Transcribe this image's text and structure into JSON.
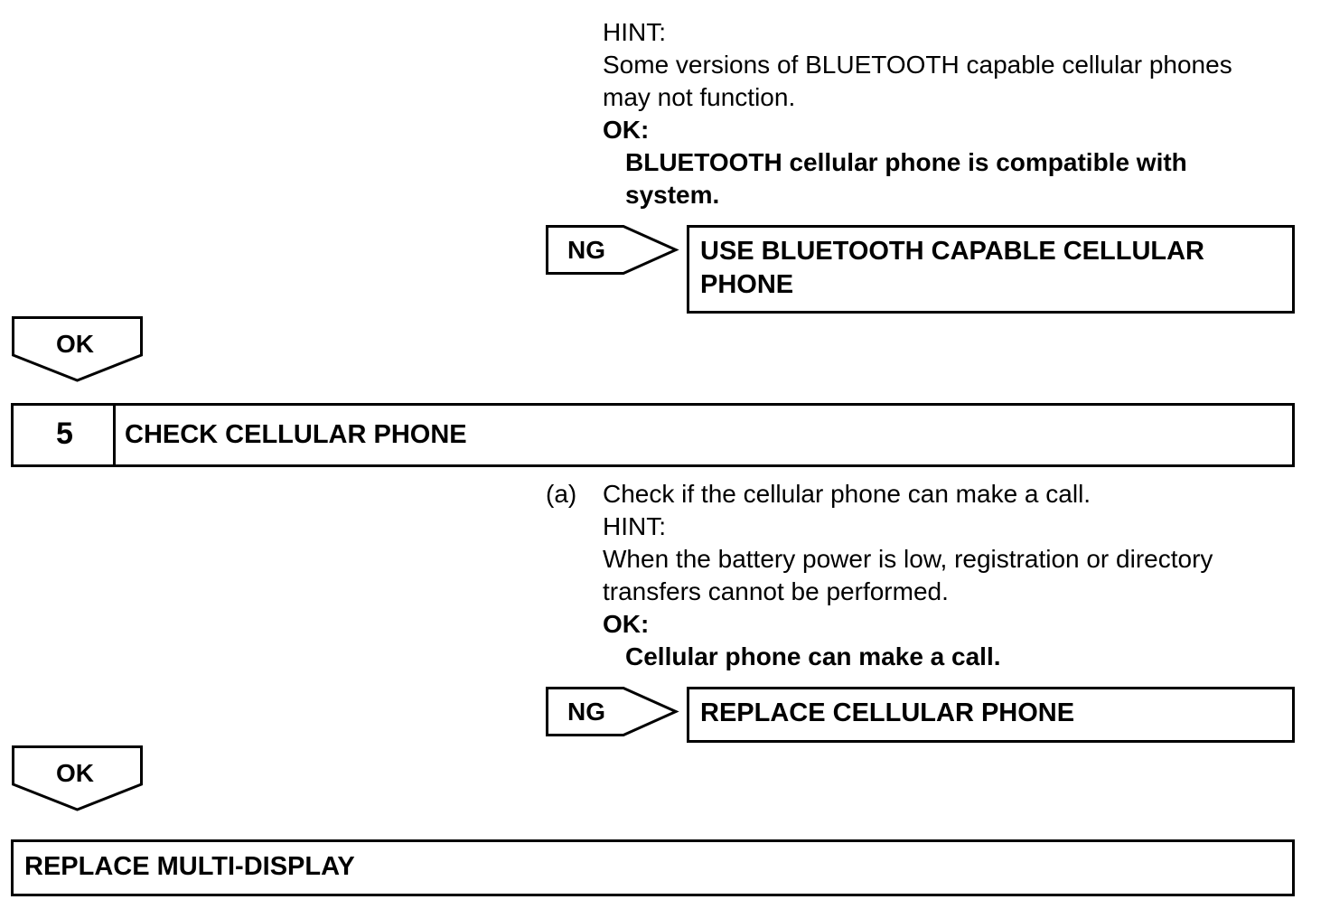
{
  "step4_tail": {
    "hint_label": "HINT:",
    "hint_line1": "Some versions of BLUETOOTH capable cellular phones",
    "hint_line2": "may not function.",
    "ok_label": "OK:",
    "ok_line1": "BLUETOOTH cellular phone is compatible with",
    "ok_line2": "system.",
    "ng_label": "NG",
    "ng_action_line1": "USE BLUETOOTH CAPABLE CELLULAR",
    "ng_action_line2": "PHONE",
    "ok_arrow_label": "OK"
  },
  "step5": {
    "number": "5",
    "title": "CHECK CELLULAR PHONE",
    "item_marker": "(a)",
    "item_text": "Check if the cellular phone can make a call.",
    "hint_label": "HINT:",
    "hint_line1": "When the battery power is low, registration or directory",
    "hint_line2": "transfers cannot be performed.",
    "ok_label": "OK:",
    "ok_line1": "Cellular phone can make a call.",
    "ng_label": "NG",
    "ng_action": "REPLACE CELLULAR PHONE",
    "ok_arrow_label": "OK"
  },
  "final_action": "REPLACE MULTI-DISPLAY"
}
